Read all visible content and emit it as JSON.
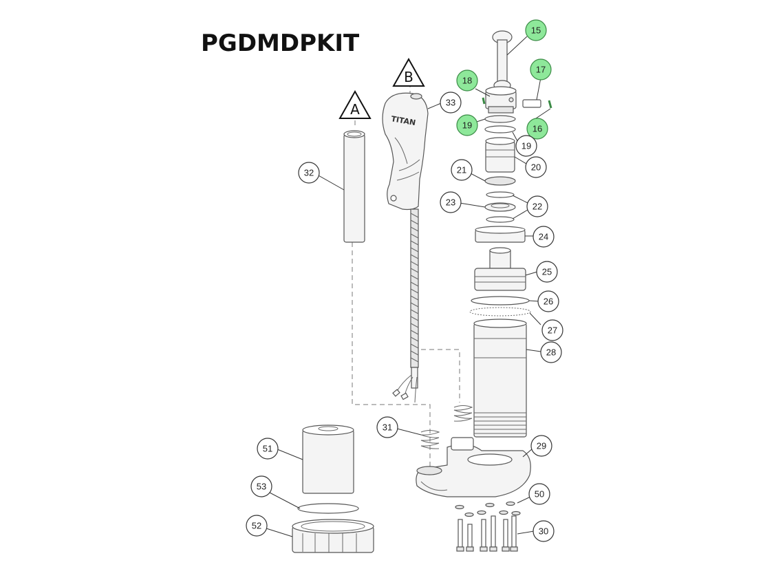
{
  "title": "PGDMDPKIT",
  "markers": [
    {
      "id": "marker-a",
      "label": "A"
    },
    {
      "id": "marker-b",
      "label": "B"
    }
  ],
  "gun_logo": "TITAN",
  "highlight_color": "#8ee89a",
  "callouts": [
    {
      "label": "15",
      "highlight": true
    },
    {
      "label": "17",
      "highlight": true
    },
    {
      "label": "18",
      "highlight": true
    },
    {
      "label": "19",
      "highlight": true
    },
    {
      "label": "16",
      "highlight": true
    },
    {
      "label": "19",
      "highlight": false
    },
    {
      "label": "33",
      "highlight": false
    },
    {
      "label": "20",
      "highlight": false
    },
    {
      "label": "21",
      "highlight": false
    },
    {
      "label": "32",
      "highlight": false
    },
    {
      "label": "23",
      "highlight": false
    },
    {
      "label": "22",
      "highlight": false
    },
    {
      "label": "24",
      "highlight": false
    },
    {
      "label": "25",
      "highlight": false
    },
    {
      "label": "26",
      "highlight": false
    },
    {
      "label": "27",
      "highlight": false
    },
    {
      "label": "28",
      "highlight": false
    },
    {
      "label": "31",
      "highlight": false
    },
    {
      "label": "29",
      "highlight": false
    },
    {
      "label": "51",
      "highlight": false
    },
    {
      "label": "53",
      "highlight": false
    },
    {
      "label": "50",
      "highlight": false
    },
    {
      "label": "52",
      "highlight": false
    },
    {
      "label": "30",
      "highlight": false
    }
  ]
}
